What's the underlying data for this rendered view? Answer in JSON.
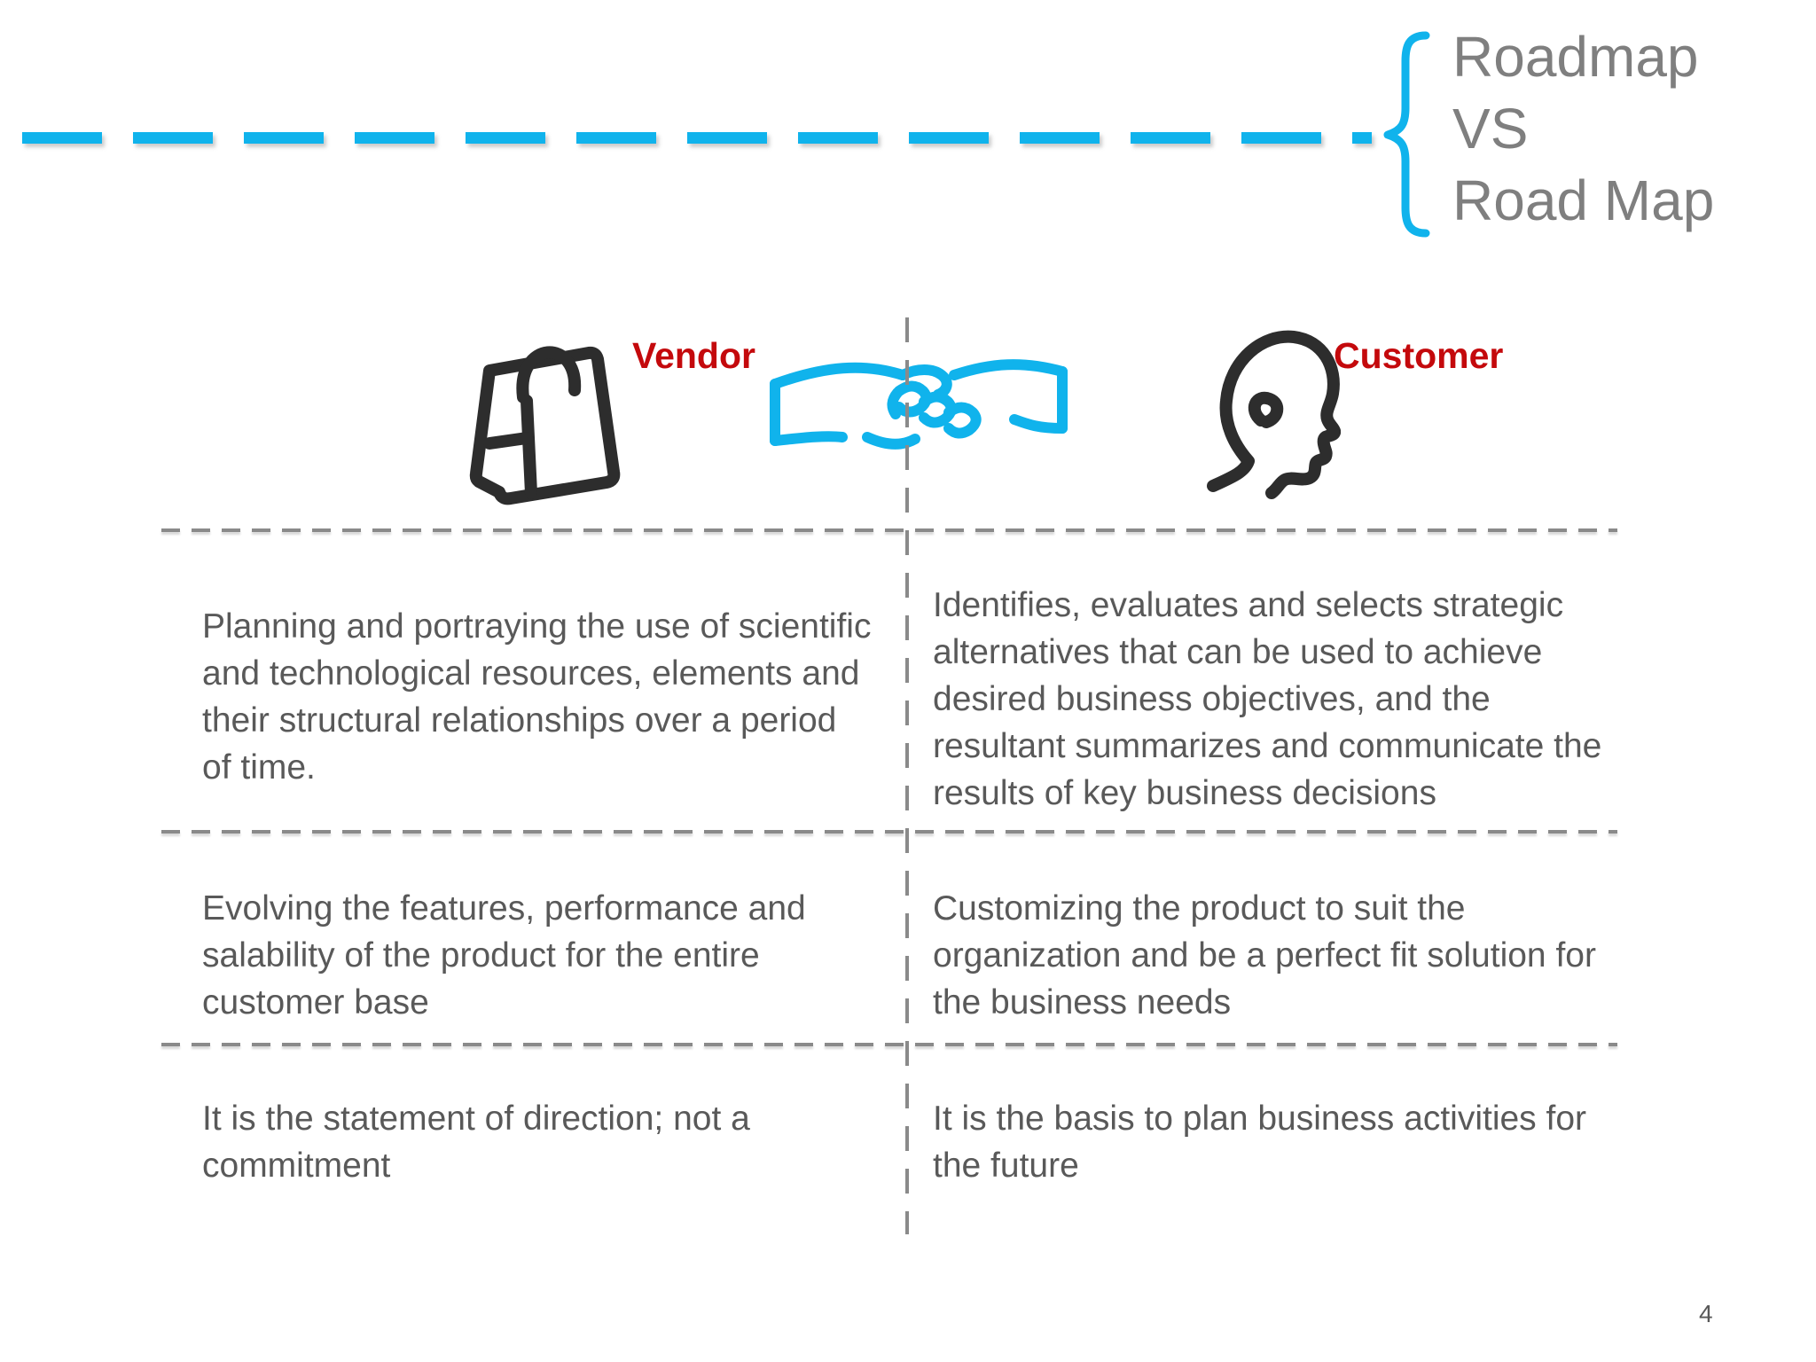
{
  "slide": {
    "page_number": "4",
    "accent_colors": {
      "cyan": "#10B3EC",
      "label_red": "#C4090C",
      "title_gray": "#7F7F7F",
      "body_gray": "#595959",
      "icon_dark": "#2D2D2D",
      "divider_gray": "#8A8A8A"
    },
    "header": {
      "title": "Roadmap\nVS\nRoad Map",
      "brace_icon": "curly-brace-icon",
      "divider_icon": "cyan-dashed-divider"
    },
    "columns": {
      "vendor": {
        "label": "Vendor",
        "icon": "shopping-bag-icon"
      },
      "customer": {
        "label": "Customer",
        "icon": "head-profile-icon"
      },
      "center_icon": "handshake-icon"
    },
    "rows": [
      {
        "vendor": "Planning and portraying the use of scientific\nand technological resources, elements and\ntheir structural relationships over a period\nof time.",
        "customer": "Identifies, evaluates and selects strategic\nalternatives that can be used to achieve\ndesired business objectives, and the\nresultant summarizes and communicate the\nresults of key business decisions"
      },
      {
        "vendor": "Evolving the features, performance and\nsalability of the product for the entire\ncustomer base",
        "customer": "Customizing the product to suit the\norganization and be a perfect fit solution for\nthe business needs"
      },
      {
        "vendor": "It is the statement of direction; not a\ncommitment",
        "customer": "It is the basis to plan business activities for\nthe future"
      }
    ]
  }
}
